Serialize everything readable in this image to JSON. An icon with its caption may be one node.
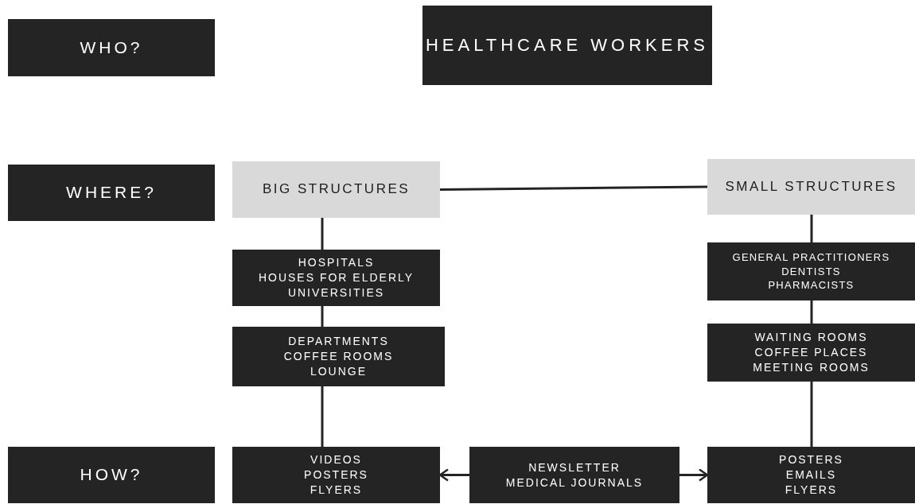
{
  "diagram": {
    "nodes": [
      {
        "text": [
          "WHO?"
        ]
      },
      {
        "text": [
          "HEALTHCARE WORKERS"
        ]
      },
      {
        "text": [
          "WHERE?"
        ]
      },
      {
        "text": [
          "BIG STRUCTURES"
        ]
      },
      {
        "text": [
          "SMALL STRUCTURES"
        ]
      },
      {
        "text": [
          "HOSPITALS",
          "HOUSES FOR ELDERLY",
          "UNIVERSITIES"
        ]
      },
      {
        "text": [
          "GENERAL PRACTITIONERS",
          "DENTISTS",
          "PHARMACISTS"
        ]
      },
      {
        "text": [
          "DEPARTMENTS",
          "COFFEE ROOMS",
          "LOUNGE"
        ]
      },
      {
        "text": [
          "WAITING ROOMS",
          "COFFEE PLACES",
          "MEETING ROOMS"
        ]
      },
      {
        "text": [
          "HOW?"
        ]
      },
      {
        "text": [
          "VIDEOS",
          "POSTERS",
          "FLYERS"
        ]
      },
      {
        "text": [
          "NEWSLETTER",
          "MEDICAL JOURNALS"
        ]
      },
      {
        "text": [
          "POSTERS",
          "EMAILS",
          "FLYERS"
        ]
      }
    ],
    "edges": [
      {
        "from": 3,
        "to": 4,
        "arrow": "none"
      },
      {
        "from": 3,
        "to": 5,
        "arrow": "none"
      },
      {
        "from": 5,
        "to": 7,
        "arrow": "none"
      },
      {
        "from": 7,
        "to": 10,
        "arrow": "none"
      },
      {
        "from": 4,
        "to": 6,
        "arrow": "none"
      },
      {
        "from": 6,
        "to": 8,
        "arrow": "none"
      },
      {
        "from": 8,
        "to": 12,
        "arrow": "none"
      },
      {
        "from": 11,
        "to": 10,
        "arrow": "to"
      },
      {
        "from": 11,
        "to": 12,
        "arrow": "to"
      }
    ]
  }
}
